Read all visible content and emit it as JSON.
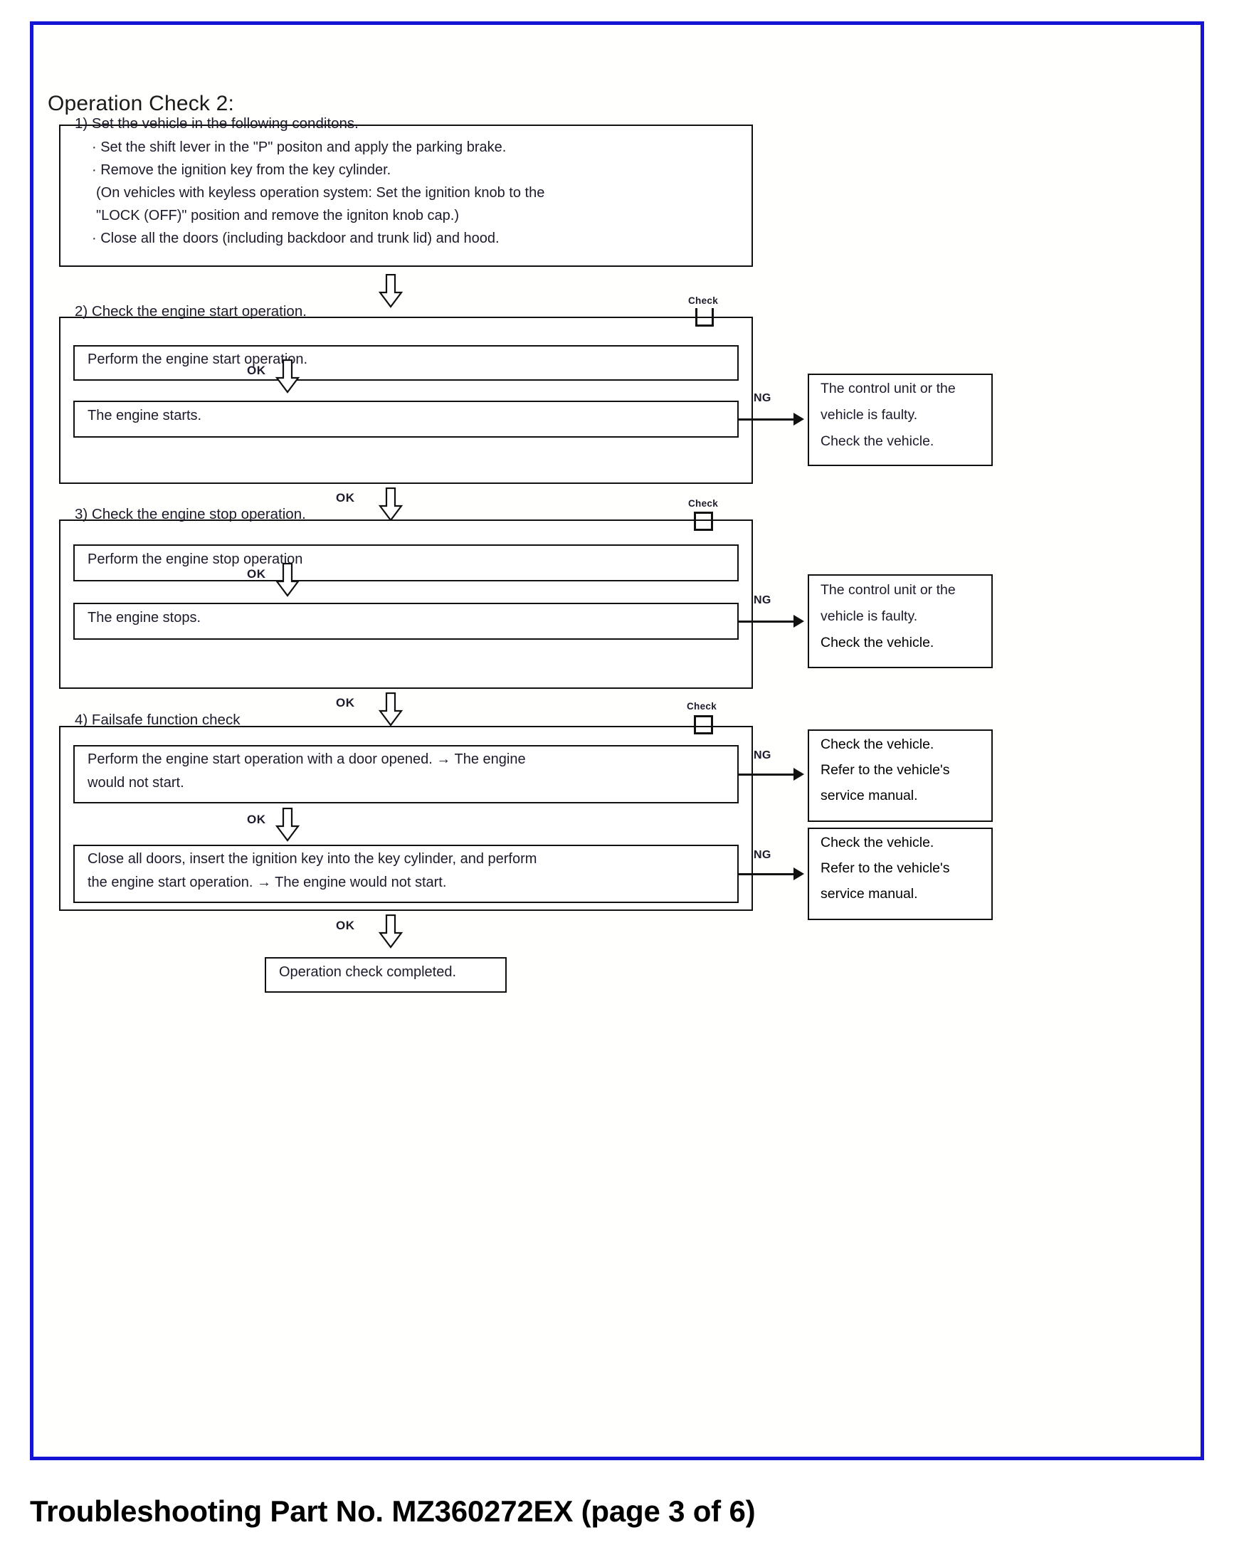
{
  "document": {
    "title": "Operation Check 2:",
    "caption": "Troubleshooting Part No. MZ360272EX (page 3 of 6)",
    "frame_color": "#1414d2"
  },
  "labels": {
    "check": "Check",
    "ok": "OK",
    "ng": "NG"
  },
  "steps": {
    "step1": {
      "heading": "1) Set the vehicle in the following conditons.",
      "bullets": [
        "· Set the shift lever in the \"P\" positon and apply the parking brake.",
        "· Remove the ignition key from the key cylinder.",
        "(On vehicles with keyless operation system: Set the ignition knob to the",
        "\"LOCK (OFF)\" position and remove the igniton knob cap.)",
        "· Close all the doors (including backdoor and trunk lid) and hood."
      ]
    },
    "step2": {
      "heading": "2) Check the engine start operation.",
      "check_label": "Check",
      "action": "Perform the engine start operation.",
      "ok_label_1": "OK",
      "result": "The engine starts.",
      "ng_label": "NG",
      "ng_box": [
        "The control unit or the",
        "vehicle is faulty.",
        "Check the vehicle."
      ],
      "ok_label_out": "OK"
    },
    "step3": {
      "heading": "3) Check the engine stop operation.",
      "check_label": "Check",
      "action": "Perform the engine stop operation",
      "ok_label_1": "OK",
      "result": "The engine stops.",
      "ng_label": "NG",
      "ng_box": [
        "The control unit or the",
        "vehicle is faulty.",
        "Check the vehicle."
      ],
      "ok_label_out": "OK"
    },
    "step4": {
      "heading": "4) Failsafe function check",
      "check_label": "Check",
      "action1_line1": "Perform the engine start operation with a door opened. → The engine",
      "action1_line2": "would not start.",
      "ng_label_1": "NG",
      "ng_box_1": [
        "Check the vehicle.",
        "Refer to the vehicle's",
        "service manual."
      ],
      "ok_label_mid": "OK",
      "action2_line1": "Close all doors, insert the ignition key into the key cylinder, and perform",
      "action2_line2": "the engine start operation. → The engine would not start.",
      "ng_label_2": "NG",
      "ng_box_2": [
        "Check the vehicle.",
        "Refer to the vehicle's",
        "service manual."
      ],
      "ok_label_out": "OK"
    },
    "final": {
      "text": "Operation check completed."
    }
  }
}
